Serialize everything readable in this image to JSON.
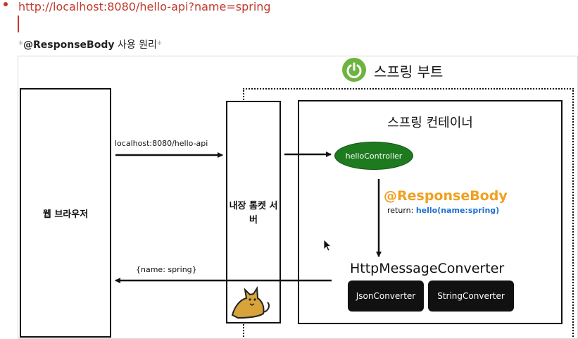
{
  "note": {
    "url": "http://localhost:8080/hello-api?name=spring",
    "subtitle_bold": "@ResponseBody",
    "subtitle_rest": " 사용 원리"
  },
  "diagram": {
    "spring_boot_label": "스프링 부트",
    "browser_label": "웹 브라우저",
    "tomcat_label": "내장 톰켓 서버",
    "container_label": "스프링 컨테이너",
    "controller_label": "helloController",
    "response_body_label": "@ResponseBody",
    "return_prefix": "return: ",
    "return_value": "hello(name:spring)",
    "converter_label": "HttpMessageConverter",
    "json_converter": "JsonConverter",
    "string_converter": "StringConverter",
    "request_label": "localhost:8080/hello-api",
    "response_label": "{name: spring}"
  },
  "colors": {
    "url": "#c0392b",
    "spring_green": "#6db33f",
    "controller_green": "#1e7a1e",
    "annotation_orange": "#f0a020",
    "return_blue": "#1f6fd0"
  },
  "icons": [
    "power-icon",
    "tomcat-logo",
    "mouse-pointer-icon"
  ]
}
